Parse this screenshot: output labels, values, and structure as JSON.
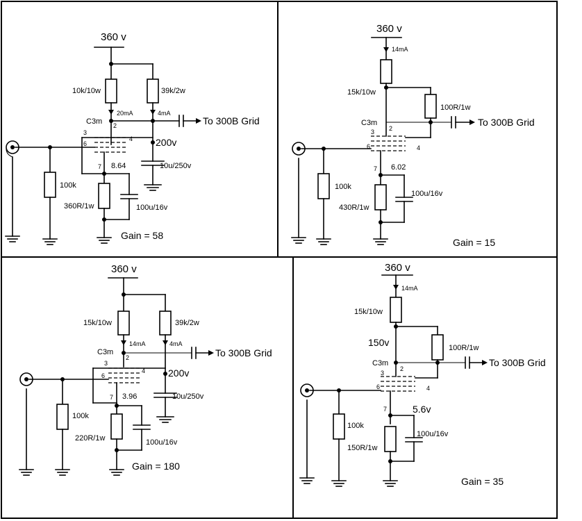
{
  "panels": [
    {
      "supply": "360 v",
      "r_plate_main": "10k/10w",
      "r_plate_second": "39k/2w",
      "current_main": "20mA",
      "current_second": "4mA",
      "tube": "C3m",
      "output": "To 300B Grid",
      "plate_voltage": "200v",
      "cathode_voltage": "8.64",
      "r_grid": "100k",
      "r_cathode": "360R/1w",
      "c_cathode": "100u/16v",
      "c_decouple": "10u/250v",
      "pins": [
        "2",
        "3",
        "6",
        "4",
        "7"
      ],
      "gain": "Gain = 58"
    },
    {
      "supply": "360 v",
      "current_main": "14mA",
      "r_plate_main": "15k/10w",
      "r_plate_second": "100R/1w",
      "tube": "C3m",
      "output": "To 300B Grid",
      "cathode_voltage": "6.02",
      "r_grid": "100k",
      "r_cathode": "430R/1w",
      "c_cathode": "100u/16v",
      "pins": [
        "2",
        "3",
        "6",
        "4",
        "7"
      ],
      "gain": "Gain = 15"
    },
    {
      "supply": "360 v",
      "r_plate_main": "15k/10w",
      "r_plate_second": "39k/2w",
      "current_main": "14mA",
      "current_second": "4mA",
      "tube": "C3m",
      "output": "To 300B Grid",
      "plate_voltage": "200v",
      "cathode_voltage": "3.96",
      "r_grid": "100k",
      "r_cathode": "220R/1w",
      "c_cathode": "100u/16v",
      "c_decouple": "10u/250v",
      "pins": [
        "2",
        "3",
        "6",
        "4",
        "7"
      ],
      "gain": "Gain = 180"
    },
    {
      "supply": "360 v",
      "current_main": "14mA",
      "r_plate_main": "15k/10w",
      "plate_voltage": "150v",
      "r_plate_second": "100R/1w",
      "tube": "C3m",
      "output": "To 300B Grid",
      "cathode_voltage": "5.6v",
      "r_grid": "100k",
      "r_cathode": "150R/1w",
      "c_cathode": "100u/16v",
      "pins": [
        "2",
        "3",
        "6",
        "4",
        "7"
      ],
      "gain": "Gain = 35"
    }
  ]
}
